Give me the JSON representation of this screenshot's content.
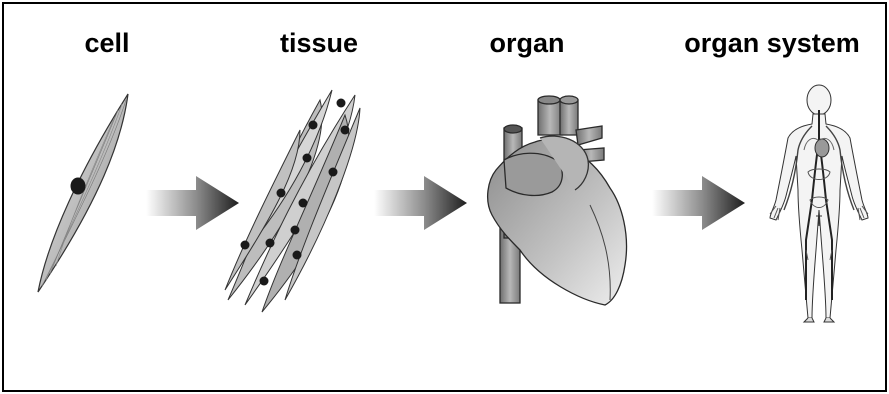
{
  "stages": [
    {
      "label": "cell",
      "icon": "muscle-cell-icon"
    },
    {
      "label": "tissue",
      "icon": "muscle-tissue-icon"
    },
    {
      "label": "organ",
      "icon": "heart-icon"
    },
    {
      "label": "organ system",
      "icon": "circulatory-system-icon"
    }
  ],
  "arrows": [
    "right-arrow-icon",
    "right-arrow-icon",
    "right-arrow-icon"
  ],
  "colors": {
    "border": "#000000",
    "fill_light": "#d8d8d8",
    "fill_mid": "#a8a8a8",
    "fill_dark": "#4a4a4a",
    "arrow_dark": "#222222",
    "nucleus": "#1a1a1a"
  }
}
